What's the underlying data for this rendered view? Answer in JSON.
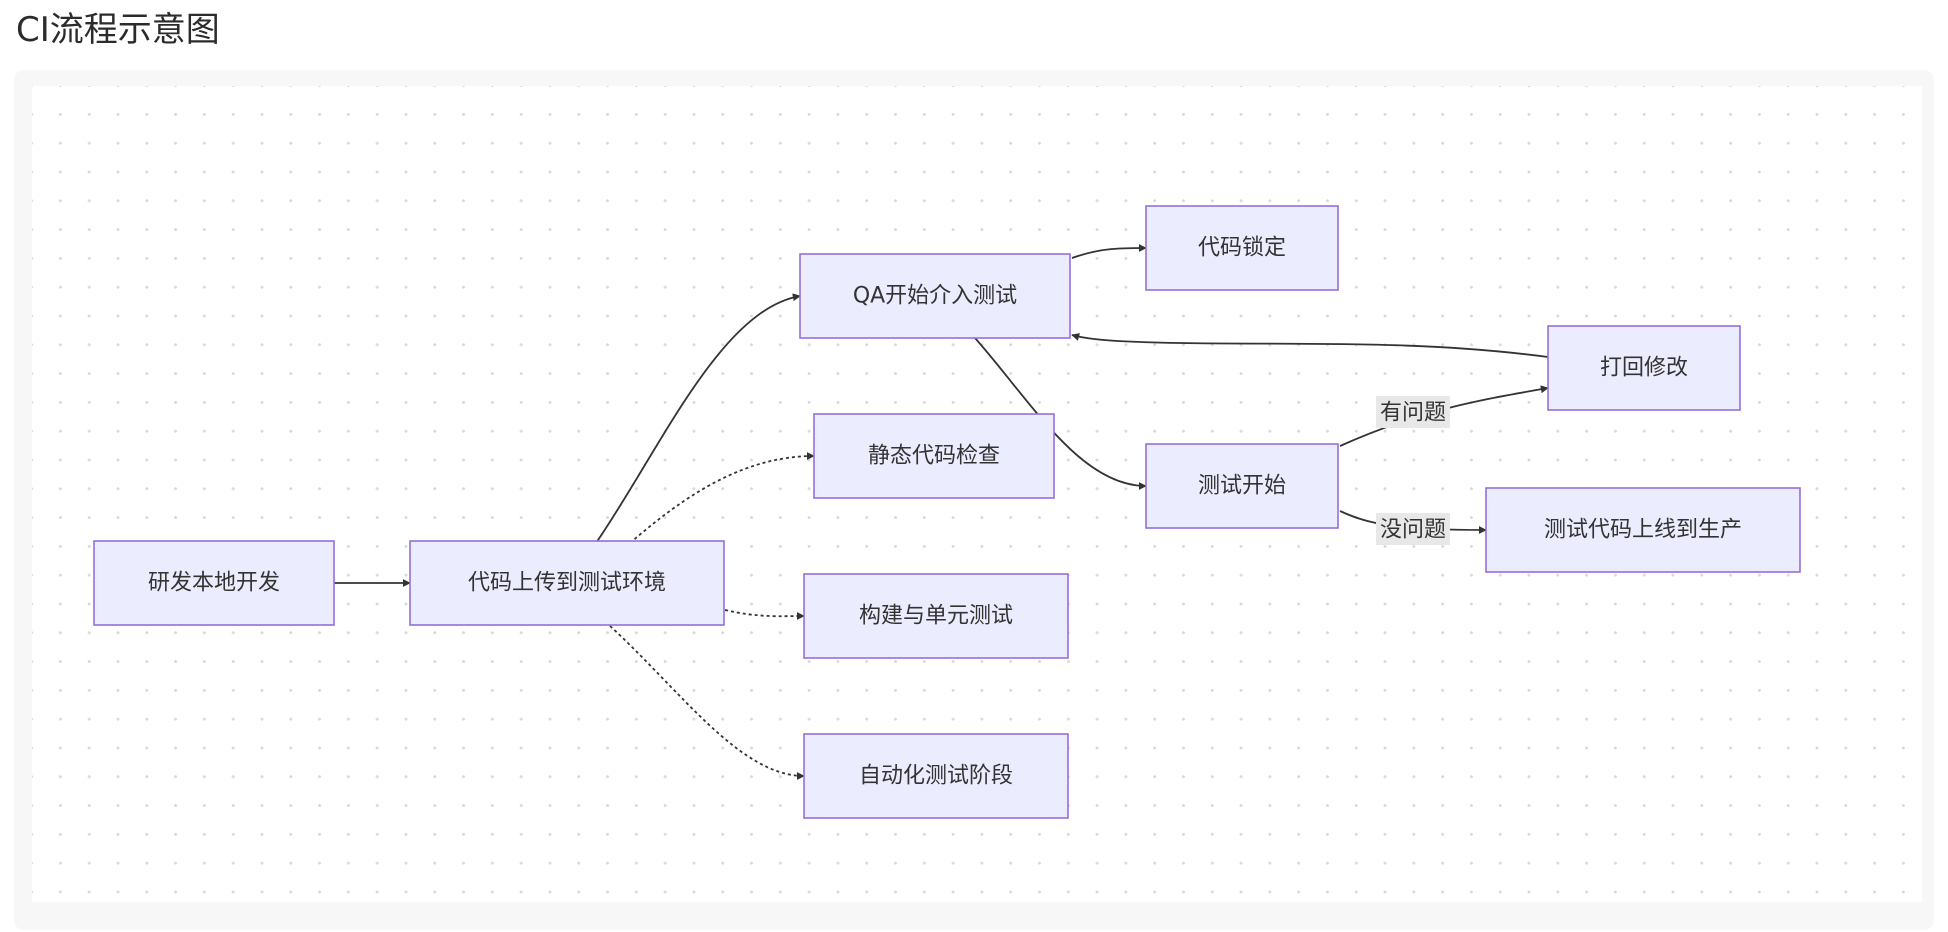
{
  "title": "CI流程示意图",
  "nodes": {
    "local_dev": "研发本地开发",
    "upload_test_env": "代码上传到测试环境",
    "qa_start": "QA开始介入测试",
    "static_check": "静态代码检查",
    "build_unit_test": "构建与单元测试",
    "auto_test": "自动化测试阶段",
    "code_lock": "代码锁定",
    "test_start": "测试开始",
    "send_back": "打回修改",
    "deploy_prod": "测试代码上线到生产"
  },
  "edge_labels": {
    "has_issue": "有问题",
    "no_issue": "没问题"
  },
  "colors": {
    "node_fill": "#ececff",
    "node_stroke": "#9370db",
    "edge": "#333333",
    "label_bg": "#e8e8e8"
  }
}
